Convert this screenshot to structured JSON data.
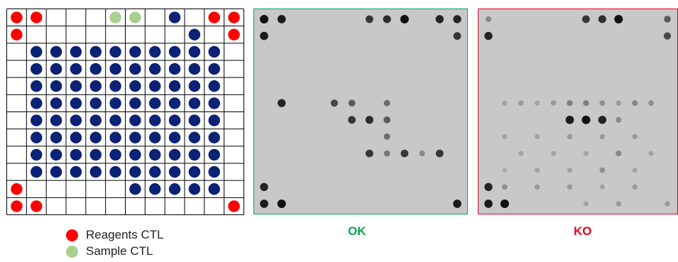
{
  "colors": {
    "reagent": "#ff0000",
    "sample": "#a9d18e",
    "spot": "#0b2275",
    "grid_line": "#000000",
    "ok": "#00a651",
    "ko": "#e3001b",
    "membrane_bg": "#c8c8c8",
    "dot_dark": "#111111"
  },
  "legend": [
    {
      "label": "Reagents CTL",
      "color_key": "reagent"
    },
    {
      "label": "Sample CTL",
      "color_key": "sample"
    }
  ],
  "layout_grid": {
    "rows": 12,
    "cols": 12,
    "reagent_cells": [
      [
        0,
        0
      ],
      [
        0,
        1
      ],
      [
        0,
        10
      ],
      [
        0,
        11
      ],
      [
        1,
        0
      ],
      [
        1,
        11
      ],
      [
        10,
        0
      ],
      [
        11,
        0
      ],
      [
        11,
        1
      ],
      [
        11,
        11
      ]
    ],
    "sample_cells": [
      [
        0,
        5
      ],
      [
        0,
        6
      ]
    ],
    "spot_cells": [
      [
        0,
        8
      ],
      [
        1,
        9
      ],
      [
        2,
        1
      ],
      [
        2,
        2
      ],
      [
        2,
        3
      ],
      [
        2,
        4
      ],
      [
        2,
        5
      ],
      [
        2,
        6
      ],
      [
        2,
        7
      ],
      [
        2,
        8
      ],
      [
        2,
        9
      ],
      [
        2,
        10
      ],
      [
        3,
        1
      ],
      [
        3,
        2
      ],
      [
        3,
        3
      ],
      [
        3,
        4
      ],
      [
        3,
        5
      ],
      [
        3,
        6
      ],
      [
        3,
        7
      ],
      [
        3,
        8
      ],
      [
        3,
        9
      ],
      [
        3,
        10
      ],
      [
        4,
        1
      ],
      [
        4,
        2
      ],
      [
        4,
        3
      ],
      [
        4,
        4
      ],
      [
        4,
        5
      ],
      [
        4,
        6
      ],
      [
        4,
        7
      ],
      [
        4,
        8
      ],
      [
        4,
        9
      ],
      [
        4,
        10
      ],
      [
        5,
        1
      ],
      [
        5,
        2
      ],
      [
        5,
        3
      ],
      [
        5,
        4
      ],
      [
        5,
        5
      ],
      [
        5,
        6
      ],
      [
        5,
        7
      ],
      [
        5,
        8
      ],
      [
        5,
        9
      ],
      [
        5,
        10
      ],
      [
        6,
        1
      ],
      [
        6,
        2
      ],
      [
        6,
        3
      ],
      [
        6,
        4
      ],
      [
        6,
        5
      ],
      [
        6,
        6
      ],
      [
        6,
        7
      ],
      [
        6,
        8
      ],
      [
        6,
        9
      ],
      [
        6,
        10
      ],
      [
        7,
        1
      ],
      [
        7,
        2
      ],
      [
        7,
        3
      ],
      [
        7,
        4
      ],
      [
        7,
        5
      ],
      [
        7,
        6
      ],
      [
        7,
        7
      ],
      [
        7,
        8
      ],
      [
        7,
        9
      ],
      [
        7,
        10
      ],
      [
        8,
        1
      ],
      [
        8,
        2
      ],
      [
        8,
        3
      ],
      [
        8,
        4
      ],
      [
        8,
        5
      ],
      [
        8,
        6
      ],
      [
        8,
        7
      ],
      [
        8,
        8
      ],
      [
        8,
        9
      ],
      [
        8,
        10
      ],
      [
        9,
        1
      ],
      [
        9,
        2
      ],
      [
        9,
        3
      ],
      [
        9,
        4
      ],
      [
        9,
        5
      ],
      [
        9,
        6
      ],
      [
        9,
        7
      ],
      [
        9,
        8
      ],
      [
        9,
        9
      ],
      [
        9,
        10
      ],
      [
        10,
        6
      ],
      [
        10,
        7
      ],
      [
        10,
        8
      ],
      [
        10,
        9
      ],
      [
        10,
        10
      ]
    ]
  },
  "membranes": {
    "ok": {
      "caption": "OK",
      "border_key": "ok",
      "dots": [
        [
          0,
          0,
          1.0
        ],
        [
          1,
          0,
          0.95
        ],
        [
          7,
          0,
          0.85
        ],
        [
          6,
          0,
          0.8
        ],
        [
          10,
          0,
          0.9
        ],
        [
          11,
          0,
          0.9
        ],
        [
          0,
          1,
          0.95
        ],
        [
          11,
          1,
          0.8
        ],
        [
          8,
          0,
          1.0
        ],
        [
          1,
          5,
          0.9
        ],
        [
          4,
          5,
          0.7
        ],
        [
          5,
          5,
          0.6
        ],
        [
          7,
          5,
          0.5
        ],
        [
          5,
          6,
          0.8
        ],
        [
          6,
          6,
          0.85
        ],
        [
          7,
          6,
          0.6
        ],
        [
          7,
          7,
          0.5
        ],
        [
          6,
          8,
          0.8
        ],
        [
          7,
          8,
          0.45
        ],
        [
          8,
          8,
          0.8
        ],
        [
          9,
          8,
          0.35
        ],
        [
          10,
          8,
          0.8
        ],
        [
          0,
          10,
          0.9
        ],
        [
          0,
          11,
          0.95
        ],
        [
          1,
          11,
          1.0
        ],
        [
          11,
          11,
          0.95
        ]
      ]
    },
    "ko": {
      "caption": "KO",
      "border_key": "ko",
      "dots": [
        [
          0,
          0,
          0.35
        ],
        [
          6,
          0,
          0.8
        ],
        [
          7,
          0,
          0.85
        ],
        [
          8,
          0,
          1.0
        ],
        [
          11,
          0,
          0.6
        ],
        [
          0,
          1,
          0.9
        ],
        [
          11,
          1,
          0.7
        ],
        [
          1,
          5,
          0.2
        ],
        [
          2,
          5,
          0.25
        ],
        [
          3,
          5,
          0.2
        ],
        [
          4,
          5,
          0.25
        ],
        [
          5,
          5,
          0.4
        ],
        [
          6,
          5,
          0.4
        ],
        [
          7,
          5,
          0.3
        ],
        [
          8,
          5,
          0.25
        ],
        [
          9,
          5,
          0.35
        ],
        [
          10,
          5,
          0.3
        ],
        [
          5,
          6,
          0.95
        ],
        [
          6,
          6,
          1.0
        ],
        [
          7,
          6,
          0.9
        ],
        [
          8,
          6,
          0.35
        ],
        [
          1,
          7,
          0.2
        ],
        [
          3,
          7,
          0.2
        ],
        [
          5,
          7,
          0.25
        ],
        [
          7,
          7,
          0.25
        ],
        [
          9,
          7,
          0.25
        ],
        [
          2,
          8,
          0.2
        ],
        [
          4,
          8,
          0.2
        ],
        [
          6,
          8,
          0.2
        ],
        [
          8,
          8,
          0.35
        ],
        [
          10,
          8,
          0.2
        ],
        [
          1,
          9,
          0.15
        ],
        [
          3,
          9,
          0.2
        ],
        [
          5,
          9,
          0.2
        ],
        [
          7,
          9,
          0.3
        ],
        [
          9,
          9,
          0.2
        ],
        [
          0,
          10,
          0.9
        ],
        [
          1,
          10,
          0.3
        ],
        [
          3,
          10,
          0.25
        ],
        [
          5,
          10,
          0.25
        ],
        [
          7,
          10,
          0.2
        ],
        [
          9,
          10,
          0.25
        ],
        [
          0,
          11,
          0.95
        ],
        [
          1,
          11,
          1.0
        ],
        [
          6,
          11,
          0.2
        ],
        [
          8,
          11,
          0.25
        ],
        [
          11,
          11,
          0.25
        ]
      ]
    }
  }
}
